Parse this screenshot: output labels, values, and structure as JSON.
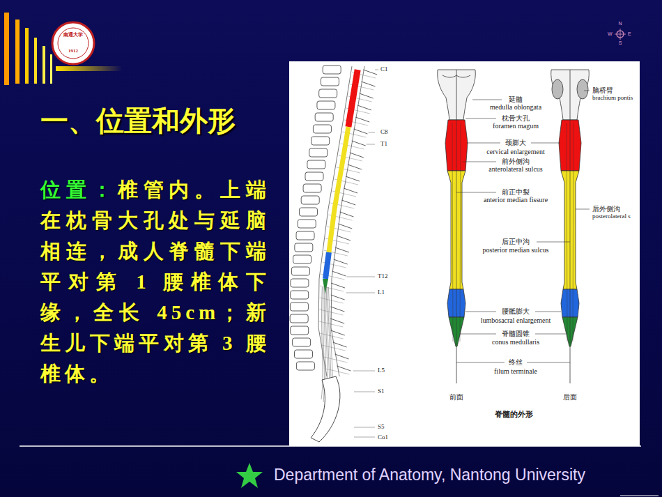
{
  "diagram": {
    "title": "一、位置和外形",
    "labels": [
      "位置：",
      "椎管内。上端在枕骨大孔处与延脑相连，成人脊髓下端平对第 1 腰椎体下缘，全长 45cm；新生儿下端平对第 3 腰椎体。",
      "C1",
      "C8",
      "T1",
      "T12",
      "L1",
      "L5",
      "S1",
      "S5",
      "Co1",
      "延髓",
      "medulla oblongata",
      "枕骨大孔",
      "foramen magum",
      "颈膨大",
      "cervical enlargement",
      "前外侧沟",
      "anterolateral sulcus",
      "前正中裂",
      "anterior median fissure",
      "后正中沟",
      "posterior median sulcus",
      "腰骶膨大",
      "lumbosacral enlargement",
      "脊髓圆锥",
      "conus medullaris",
      "终丝",
      "filum terminale",
      "脑桥臂",
      "brachium pontis",
      "后外侧沟",
      "posterolateral s",
      "前面",
      "后面",
      "脊髓的外形",
      "N",
      "E",
      "S",
      "W",
      "Department of Anatomy, Nantong University",
      "南通大学",
      "1912"
    ]
  }
}
